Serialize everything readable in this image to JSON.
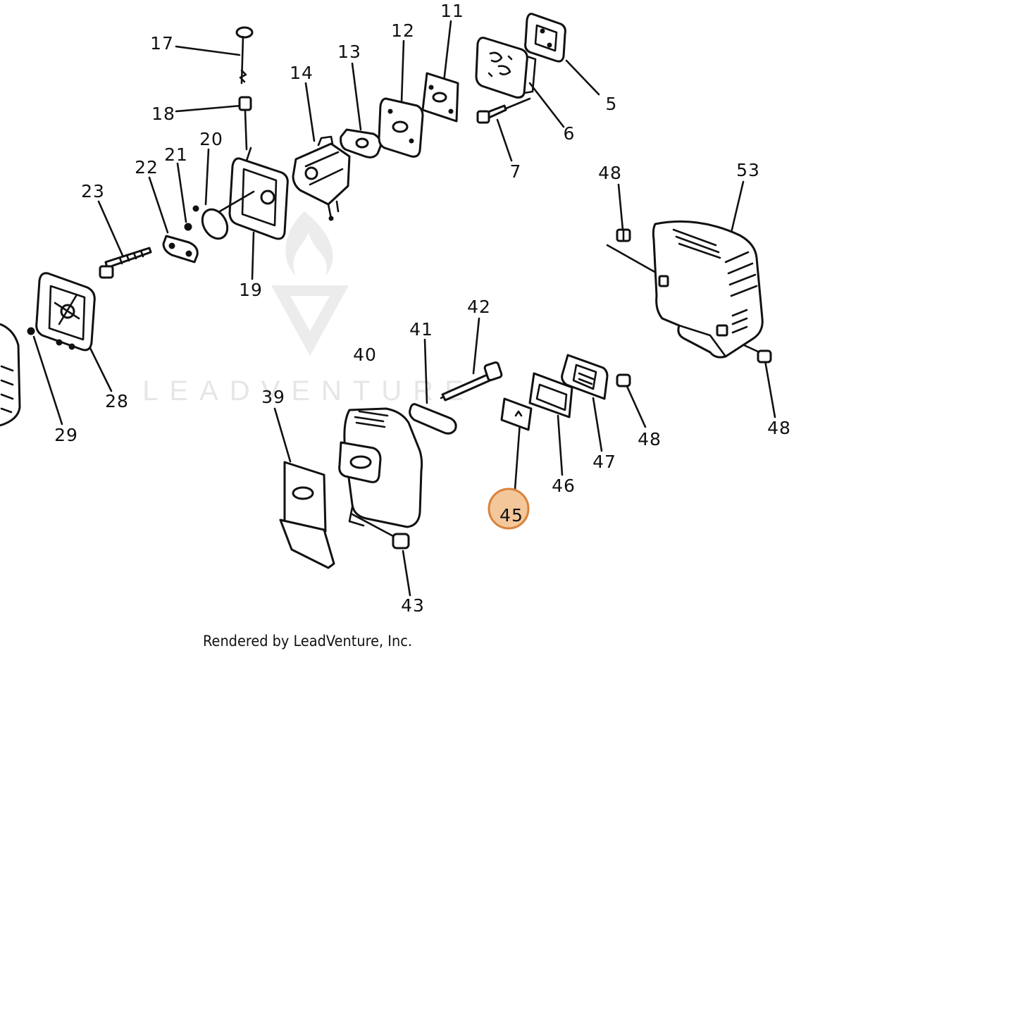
{
  "watermark": {
    "text": "LEADVENTURE"
  },
  "footer": {
    "credit": "Rendered by LeadVenture, Inc."
  },
  "highlight": {
    "part": "45",
    "fill": "#f3c79a",
    "border": "#d9823b"
  },
  "parts": {
    "p5": "5",
    "p6": "6",
    "p7": "7",
    "p11": "11",
    "p12": "12",
    "p13": "13",
    "p14": "14",
    "p17": "17",
    "p18": "18",
    "p19": "19",
    "p20": "20",
    "p21": "21",
    "p22": "22",
    "p23": "23",
    "p28": "28",
    "p29": "29",
    "p39": "39",
    "p40": "40",
    "p41": "41",
    "p42": "42",
    "p43": "43",
    "p45": "45",
    "p46": "46",
    "p47": "47",
    "p48a": "48",
    "p48b": "48",
    "p48c": "48",
    "p53": "53"
  }
}
